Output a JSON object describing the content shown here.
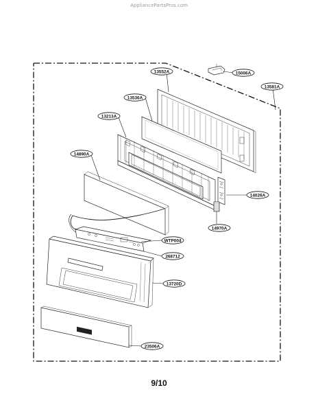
{
  "watermark": "AppliancePartsPros.com",
  "page_number": "9/10",
  "labels": {
    "p15006A": "15006A",
    "p13552A": "13552A",
    "p13581A": "13581A",
    "p13536A": "13536A",
    "p13213A": "13213A",
    "p14890A": "14890A",
    "p14026A": "14026A",
    "p14970A": "14970A",
    "pWTP004": "WTP004",
    "p268712": "268712",
    "p13720D": "13720D",
    "p23506A": "23506A"
  }
}
